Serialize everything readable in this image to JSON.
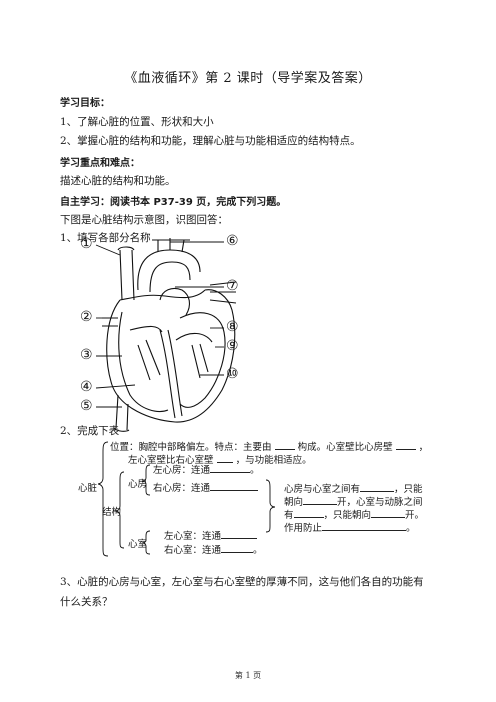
{
  "title": "《血液循环》第 2 课时（导学案及答案）",
  "objectives": {
    "heading": "学习目标：",
    "items": [
      "1、了解心脏的位置、形状和大小",
      "2、掌握心脏的结构和功能，理解心脏与功能相适应的结构特点。"
    ]
  },
  "keypoints": {
    "heading": "学习重点和难点：",
    "text": "描述心脏的结构和功能。"
  },
  "selfstudy": {
    "heading": "自主学习：阅读书本 P37-39 页，完成下列习题。",
    "intro": "下图是心脏结构示意图，识图回答：",
    "q1": "1、填写各部分名称"
  },
  "diagram": {
    "labels": [
      "①",
      "②",
      "③",
      "④",
      "⑤",
      "⑥",
      "⑦",
      "⑧",
      "⑨",
      "⑩"
    ]
  },
  "table": {
    "q2": "2、完成下表",
    "root": "心脏",
    "position_line1": "位置：胸腔中部略偏左。特点：主要由",
    "position_line1b": "构成。心室壁比心房壁",
    "position_end": "，",
    "position_line2": "左心室壁比右心室壁",
    "position_line2b": "，与功能相适应。",
    "structure": "结构",
    "atrium": "心房",
    "left_atrium": "左心房：连通",
    "right_atrium": "右心房：连通",
    "ventricle": "心室",
    "left_ventricle": "左心室：连通",
    "right_ventricle": "右心室：连通",
    "period": "。",
    "valves_line1": "心房与心室之间有",
    "valves_line1b": "，只能",
    "valves_line2": "朝向",
    "valves_line2b": "开，心室与动脉之间",
    "valves_line3": "有",
    "valves_line3b": "，只能朝向",
    "valves_line3c": "开。",
    "valves_line4": "作用防止",
    "valves_line4b": "。"
  },
  "q3": {
    "line1": "3、心脏的心房与心室，左心室与右心室壁的厚薄不同，这与他们各自的功能有",
    "line2": "什么关系？"
  },
  "footer": "第 1 页"
}
